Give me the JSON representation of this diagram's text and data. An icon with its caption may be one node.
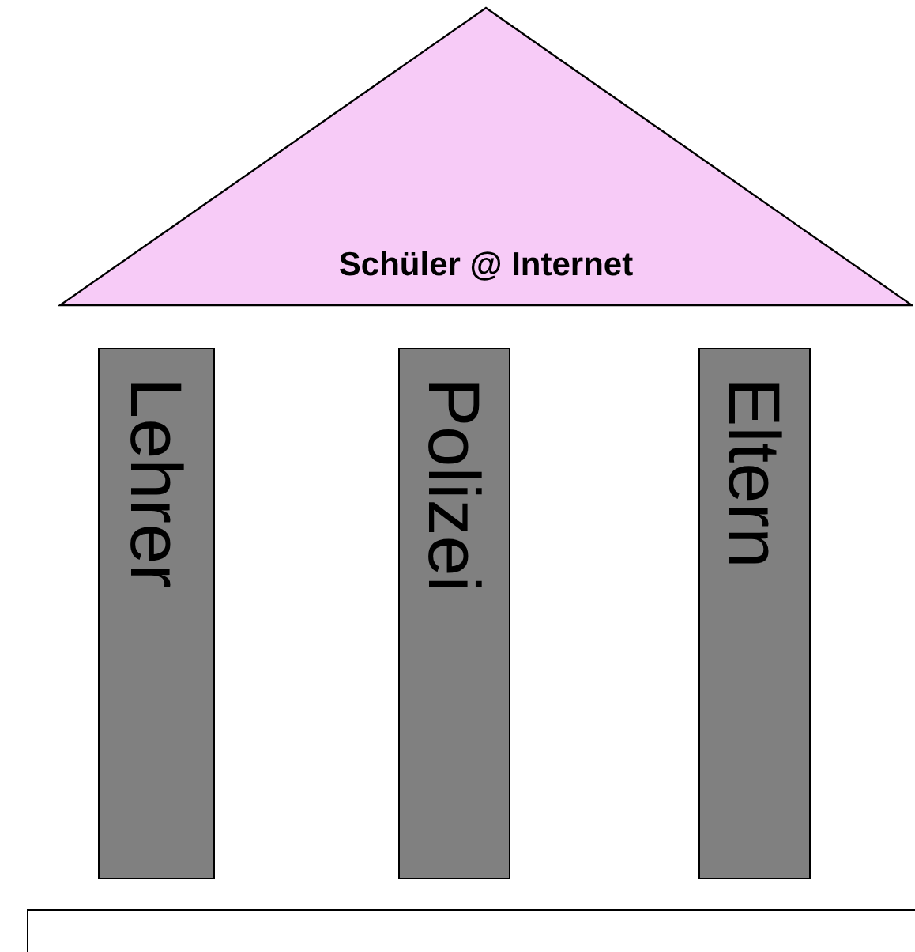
{
  "diagram": {
    "nodes": [
      {
        "text": [
          "Schüler @ Internet"
        ]
      },
      {
        "text": [
          "Lehrer"
        ]
      },
      {
        "text": [
          "Polizei"
        ]
      },
      {
        "text": [
          "Eltern"
        ]
      },
      {
        "text": [],
        "shape": "box"
      }
    ]
  }
}
